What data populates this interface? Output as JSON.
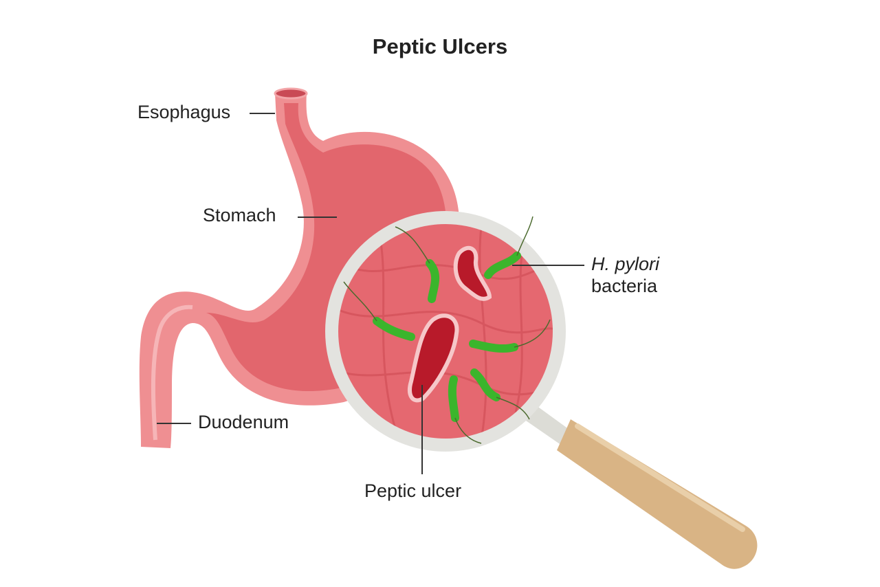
{
  "title": "Peptic Ulcers",
  "labels": {
    "esophagus": "Esophagus",
    "stomach": "Stomach",
    "duodenum": "Duodenum",
    "peptic_ulcer": "Peptic ulcer",
    "h_pylori": "H. pylori",
    "bacteria": "bacteria"
  },
  "colors": {
    "tissue_outer": "#ef8f92",
    "tissue_inner": "#e0626a",
    "ulcer": "#c0182a",
    "bacteria": "#3bb52c",
    "lens_rim": "#e3e3df",
    "handle": "#d9b485"
  }
}
